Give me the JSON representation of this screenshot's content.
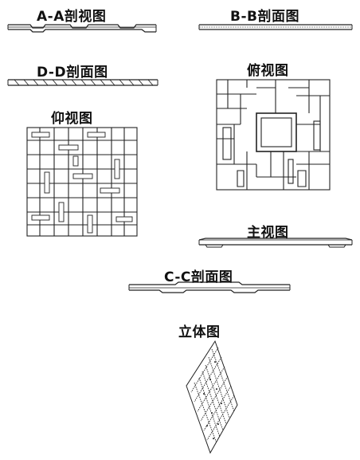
{
  "views": {
    "aa": {
      "title": "A-A剖视图"
    },
    "bb": {
      "title": "B-B剖面图"
    },
    "dd": {
      "title": "D-D剖面图"
    },
    "top": {
      "title": "俯视图"
    },
    "bottom": {
      "title": "仰视图"
    },
    "front": {
      "title": "主视图"
    },
    "cc": {
      "title": "C-C剖面图"
    },
    "iso": {
      "title": "立体图"
    }
  },
  "colors": {
    "line": "#222222",
    "background": "#ffffff"
  }
}
